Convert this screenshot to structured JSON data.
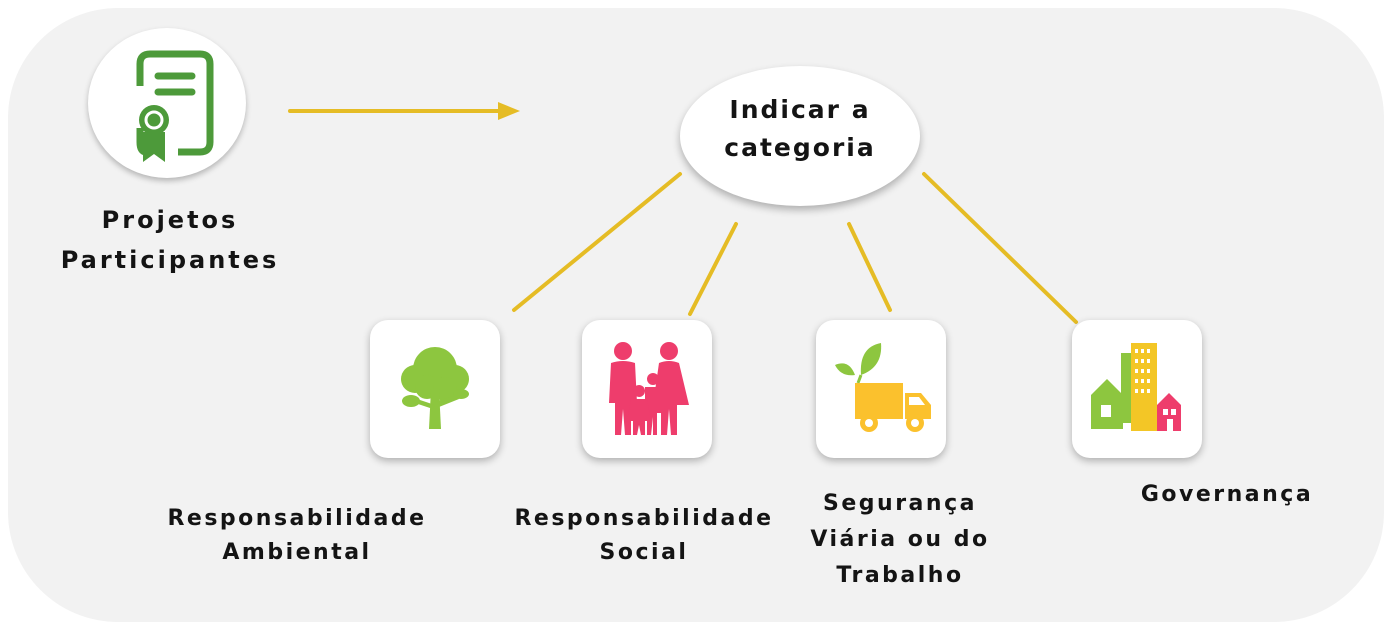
{
  "source": {
    "label_line1": "Projetos",
    "label_line2": "Participantes",
    "icon": "certificate-icon"
  },
  "hub": {
    "line1": "Indicar a",
    "line2": "categoria"
  },
  "categories": [
    {
      "lines": [
        "Responsabilidade",
        "Ambiental"
      ],
      "icon": "tree-icon",
      "color": "#8dc63f"
    },
    {
      "lines": [
        "Responsabilidade",
        "Social"
      ],
      "icon": "family-icon",
      "color": "#ee3d6c"
    },
    {
      "lines": [
        "Segurança",
        "Viária ou do",
        "Trabalho"
      ],
      "icon": "delivery-truck-leaf-icon",
      "color": "#fbc12d"
    },
    {
      "lines": [
        "Governança"
      ],
      "icon": "city-buildings-icon",
      "color": "#f3c626"
    }
  ],
  "colors": {
    "connector": "#e5bc25",
    "certificate_green": "#4d9a3a",
    "background": "#f2f2f2"
  }
}
